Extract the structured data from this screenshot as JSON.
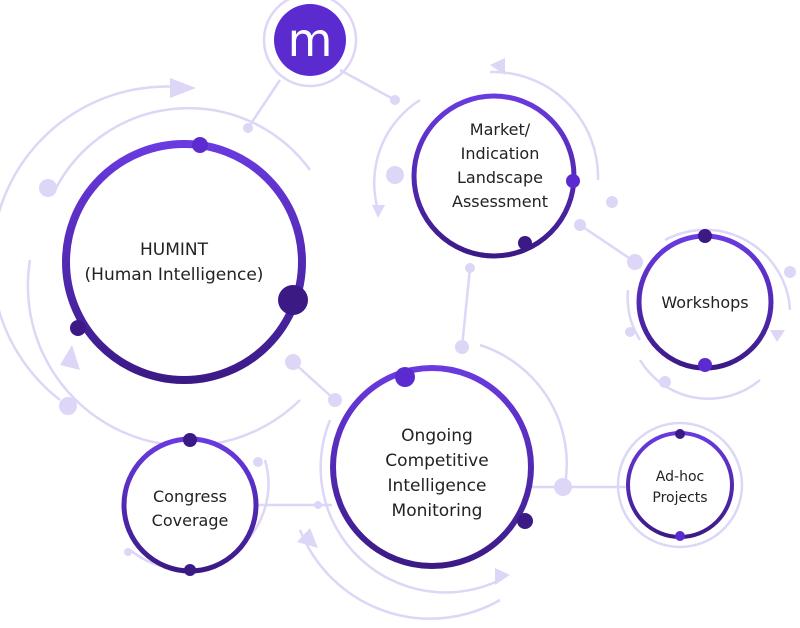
{
  "logo": {
    "letter": "m",
    "color": "#5b2bd0"
  },
  "nodes": {
    "humint": {
      "lines": [
        "HUMINT",
        "(Human Intelligence)"
      ]
    },
    "market": {
      "lines": [
        "Market/",
        "Indication",
        "Landscape",
        "Assessment"
      ]
    },
    "workshops": {
      "lines": [
        "Workshops"
      ]
    },
    "ongoing": {
      "lines": [
        "Ongoing",
        "Competitive",
        "Intelligence",
        "Monitoring"
      ]
    },
    "congress": {
      "lines": [
        "Congress",
        "Coverage"
      ]
    },
    "adhoc": {
      "lines": [
        "Ad-hoc",
        "Projects"
      ]
    }
  },
  "colors": {
    "primary": "#6a3ae0",
    "dark": "#3b1a86",
    "light": "#ddd6f7"
  }
}
